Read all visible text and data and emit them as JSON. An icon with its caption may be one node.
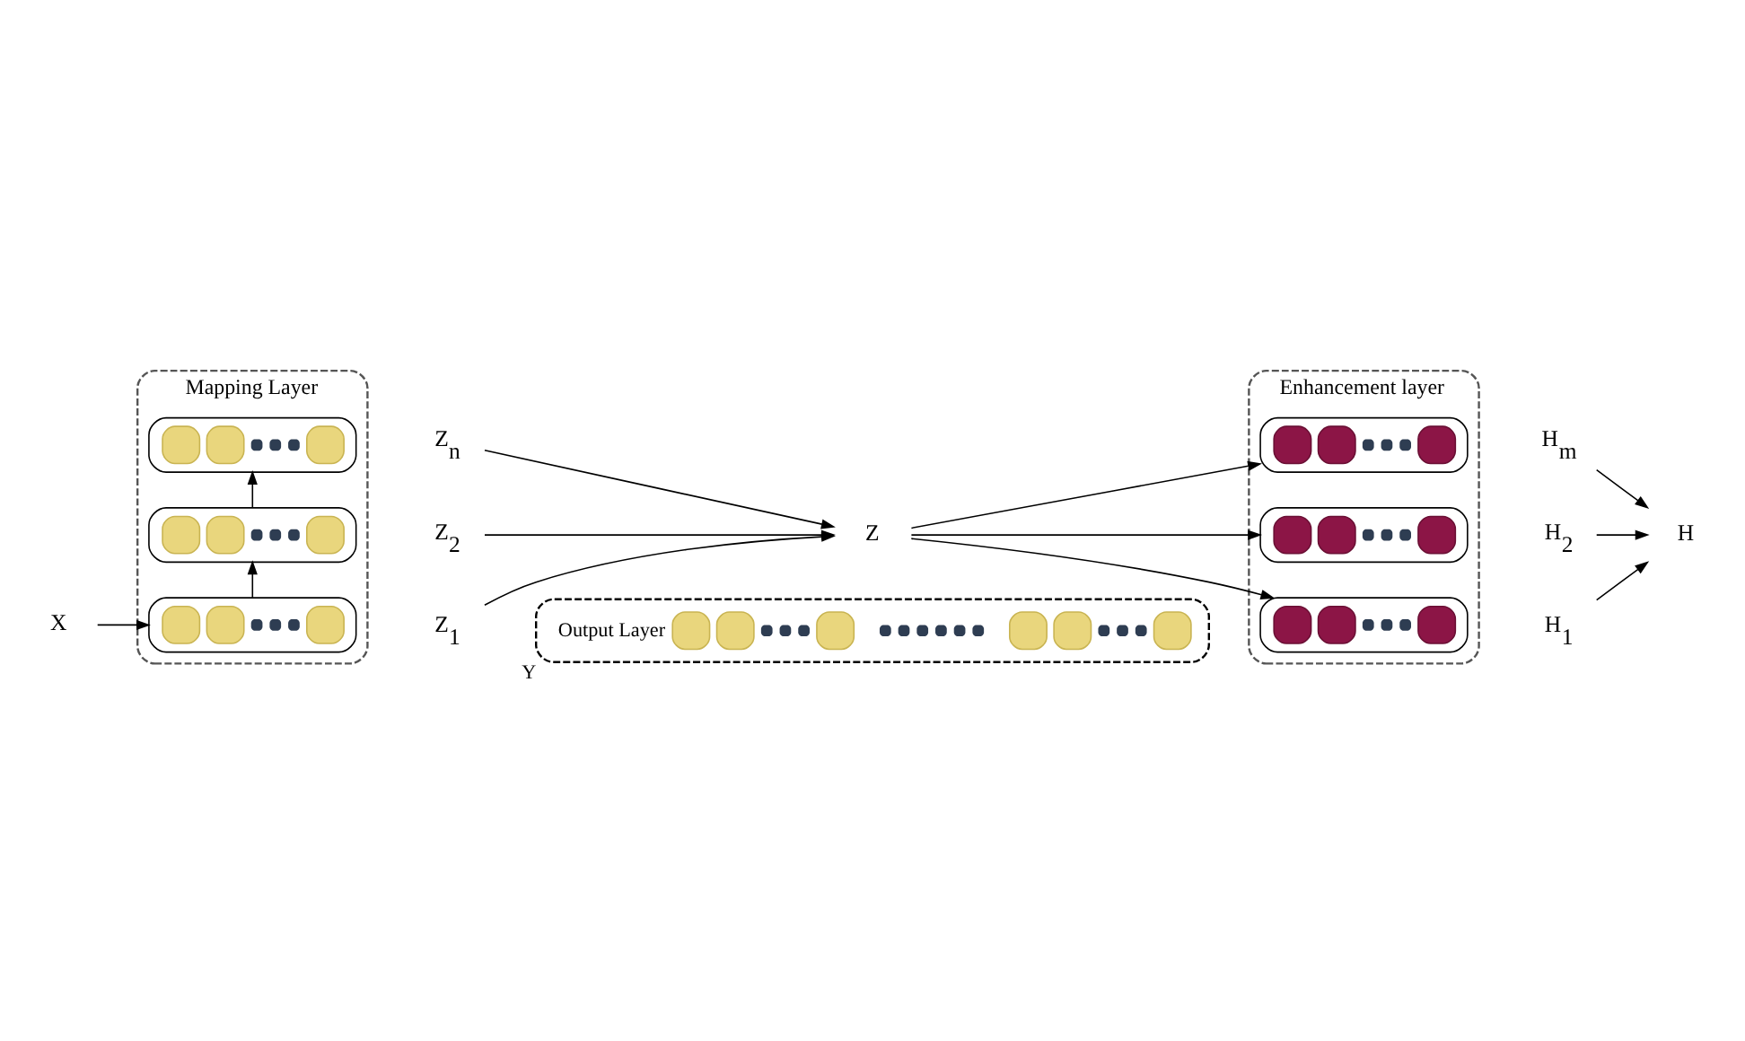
{
  "diagram": {
    "nodes": [
      {
        "text": [
          "Output Layer"
        ],
        "beside": [
          "Y"
        ]
      },
      {
        "text": [
          "Mapping Layer"
        ]
      },
      {
        "text": [],
        "shape": "box",
        "in": 1
      },
      {
        "text": [],
        "shape": "box",
        "in": 1
      },
      {
        "text": [],
        "shape": "box",
        "in": 1
      },
      {
        "text": [
          "Enhancement layer"
        ]
      },
      {
        "text": [],
        "shape": "box",
        "in": 5
      },
      {
        "text": [],
        "shape": "box",
        "in": 5
      },
      {
        "text": [],
        "shape": "box",
        "in": 5
      },
      {
        "text": [
          "X"
        ]
      },
      {
        "text": [
          "Z$_{n}$"
        ]
      },
      {
        "text": [
          "Z$_{2}$"
        ]
      },
      {
        "text": [
          "Z$_{1}$"
        ]
      },
      {
        "text": [
          "Z"
        ]
      },
      {
        "text": [
          "H$_{m}$"
        ]
      },
      {
        "text": [
          "H$_{2}$"
        ]
      },
      {
        "text": [
          "H$_{1}$"
        ]
      },
      {
        "text": [
          "H"
        ]
      }
    ],
    "edges": [
      {
        "from": 9,
        "to": 4,
        "arrow": "to"
      },
      {
        "from": 4,
        "to": 3,
        "arrow": "to"
      },
      {
        "from": 3,
        "to": 2,
        "arrow": "to"
      },
      {
        "from": 10,
        "to": 13,
        "arrow": "to"
      },
      {
        "from": 11,
        "to": 13,
        "arrow": "to"
      },
      {
        "from": 12,
        "to": 13,
        "arrow": "to"
      },
      {
        "from": 13,
        "to": 6,
        "arrow": "to"
      },
      {
        "from": 13,
        "to": 7,
        "arrow": "to"
      },
      {
        "from": 13,
        "to": 8,
        "arrow": "to"
      },
      {
        "from": 14,
        "to": 17,
        "arrow": "to"
      },
      {
        "from": 15,
        "to": 17,
        "arrow": "to"
      },
      {
        "from": 16,
        "to": 17,
        "arrow": "to"
      }
    ]
  }
}
